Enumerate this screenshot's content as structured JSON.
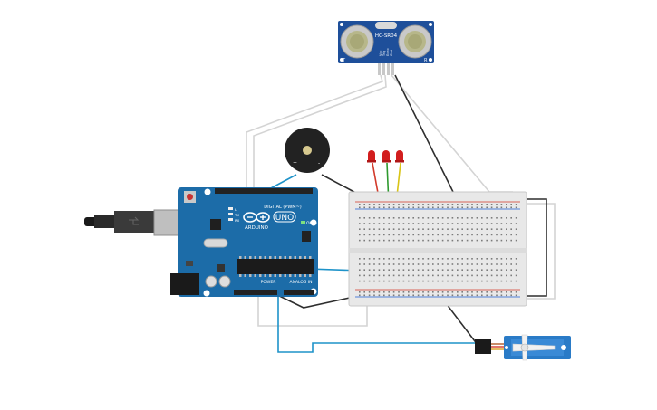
{
  "sensor": {
    "model": "HC-SR04",
    "pins": [
      "Vcc",
      "Trig",
      "Echo",
      "Gnd"
    ],
    "left_mark": "T",
    "right_mark": "R"
  },
  "arduino": {
    "brand": "ARDUINO",
    "model": "UNO",
    "digital_label": "DIGITAL (PWM~)",
    "power_label": "POWER",
    "analog_label": "ANALOG IN",
    "on_label": "ON",
    "tx": "TX",
    "rx": "RX",
    "l": "L"
  },
  "buzzer": {
    "plus": "+",
    "minus": "-"
  },
  "leds": {
    "count": 3,
    "color": "#d21e1e"
  },
  "wire_colors": {
    "gray": "#d4d4d4",
    "dark": "#2e2e2e",
    "blue": "#1e93c9",
    "red": "#d23a2a",
    "green": "#2f9a2f",
    "yellow": "#d9c416"
  },
  "board_color": "#1c6ca8",
  "servo_color": "#2a7bc7"
}
